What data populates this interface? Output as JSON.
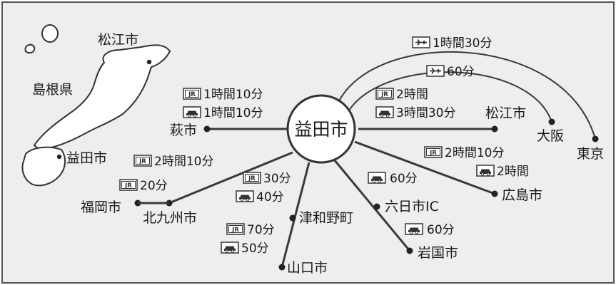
{
  "colors": {
    "background": "#eeeeee",
    "frame": "#555555",
    "line": "#3a3a3a",
    "land": "#ffffff"
  },
  "prefecture": {
    "name": "島根県",
    "capital_marker": "松江市",
    "marked_city": "益田市"
  },
  "hub": {
    "name": "益田市"
  },
  "destinations": {
    "hagi": "萩市",
    "fukuoka": "福岡市",
    "kitakyushu": "北九州市",
    "tsuwano": "津和野町",
    "yamaguchi": "山口市",
    "muikaichi": "六日市IC",
    "iwakuni": "岩国市",
    "hiroshima": "広島市",
    "matsue": "松江市",
    "osaka": "大阪",
    "tokyo": "東京"
  },
  "times": {
    "tokyo_plane": "1時間30分",
    "osaka_plane": "60分",
    "matsue_train": "2時間",
    "matsue_car": "3時間30分",
    "hagi_train": "1時間10分",
    "hagi_car": "1時間10分",
    "fukuoka_train": "2時間10分",
    "kitakyushu_train": "20分",
    "tsuwano_train": "30分",
    "tsuwano_car": "40分",
    "yamaguchi_train": "70分",
    "yamaguchi_car": "50分",
    "muikaichi_car": "60分",
    "iwakuni_car": "60分",
    "hiroshima_train": "2時間10分",
    "hiroshima_car": "2時間"
  },
  "icons": {
    "train": "JR",
    "car": "car-icon",
    "plane": "plane-icon"
  }
}
